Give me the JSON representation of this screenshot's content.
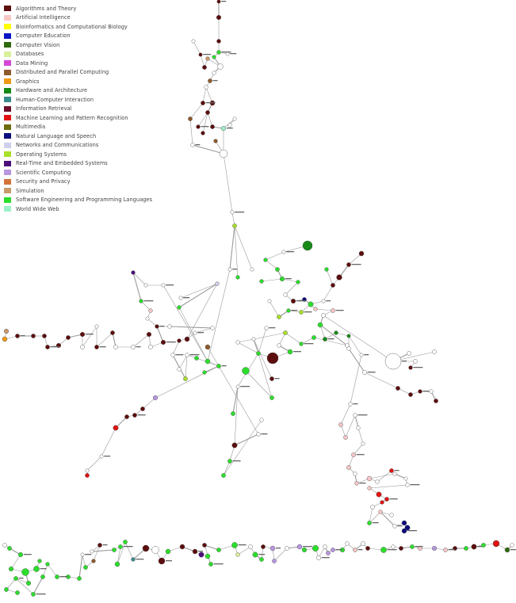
{
  "legend": [
    {
      "label": "Algorithms and Theory",
      "color": "#5c0d0d"
    },
    {
      "label": "Artificial Intelligence",
      "color": "#f7c6c6"
    },
    {
      "label": "Bioinformatics and Computational Biology",
      "color": "#ffff00"
    },
    {
      "label": "Computer Education",
      "color": "#0b17c6"
    },
    {
      "label": "Computer Vision",
      "color": "#2f6a0e"
    },
    {
      "label": "Databases",
      "color": "#d9ef9a"
    },
    {
      "label": "Data Mining",
      "color": "#d548d5"
    },
    {
      "label": "Distributed and Parallel Computing",
      "color": "#8f5b2c"
    },
    {
      "label": "Graphics",
      "color": "#f09a14"
    },
    {
      "label": "Hardware and Architecture",
      "color": "#178a17"
    },
    {
      "label": "Human-Computer Interaction",
      "color": "#3a8c8c"
    },
    {
      "label": "Information Retrieval",
      "color": "#6b0f2a"
    },
    {
      "label": "Machine Learning and Pattern Recognition",
      "color": "#e01212"
    },
    {
      "label": "Multimedia",
      "color": "#6d6d0e"
    },
    {
      "label": "Natural Language and Speech",
      "color": "#0c0c7a"
    },
    {
      "label": "Networks and Communications",
      "color": "#cfd0ee"
    },
    {
      "label": "Operating Systems",
      "color": "#a8e02a"
    },
    {
      "label": "Real-Time and Embedded Systems",
      "color": "#4d0d7a"
    },
    {
      "label": "Scientific Computing",
      "color": "#b897e0"
    },
    {
      "label": "Security and Privacy",
      "color": "#d4733a"
    },
    {
      "label": "Simulation",
      "color": "#c99a6a"
    },
    {
      "label": "Software Engineering and Programming Languages",
      "color": "#2bde2b"
    },
    {
      "label": "World Wide Web",
      "color": "#9ef0c8"
    }
  ]
}
